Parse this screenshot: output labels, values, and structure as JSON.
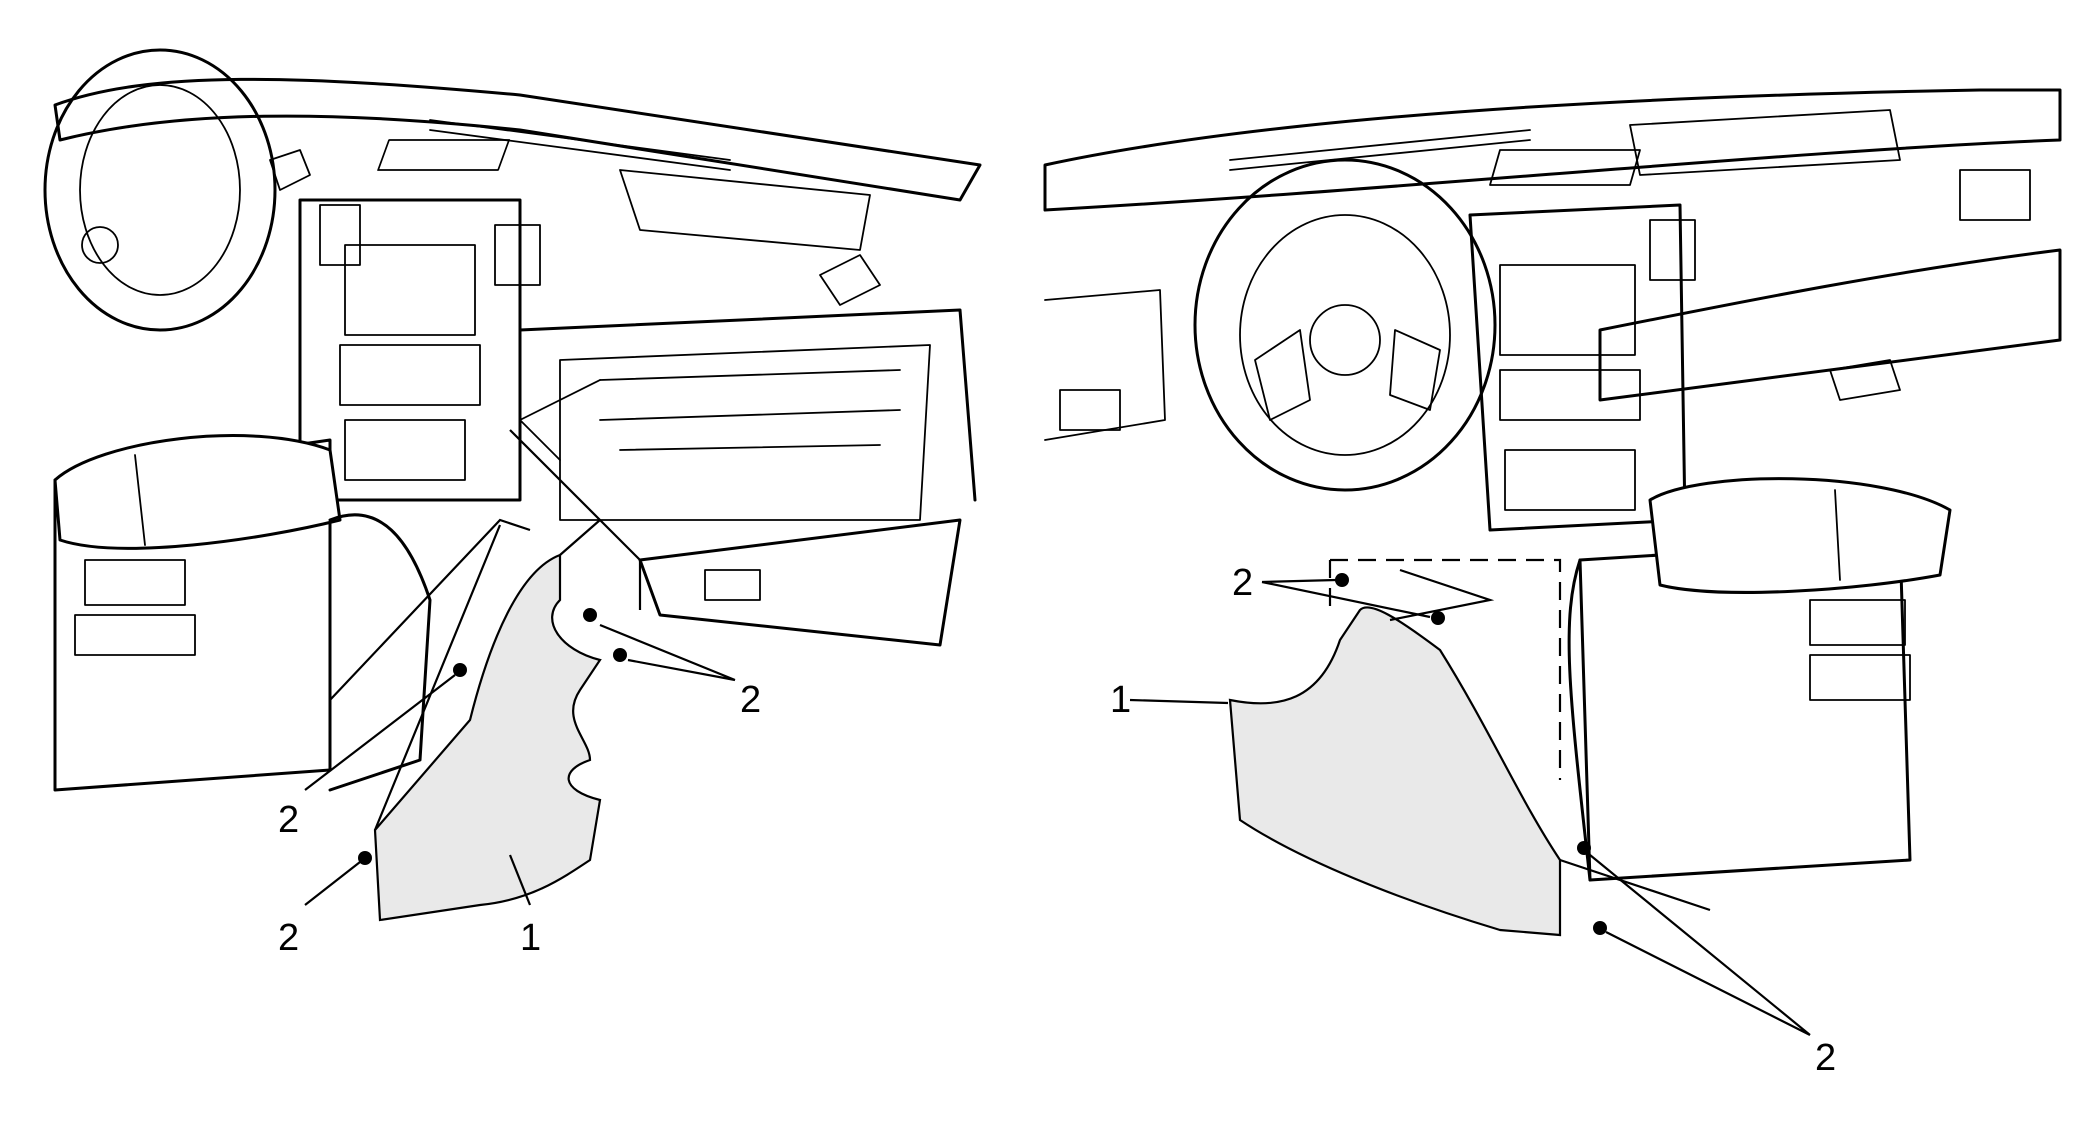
{
  "diagram": {
    "callouts": {
      "left_panel": [
        "1",
        "2",
        "2",
        "2"
      ],
      "right_panel": [
        "1",
        "2",
        "2"
      ]
    }
  },
  "colors": {
    "line": "#000000",
    "background": "#ffffff",
    "shade": "#e9e9e9"
  }
}
